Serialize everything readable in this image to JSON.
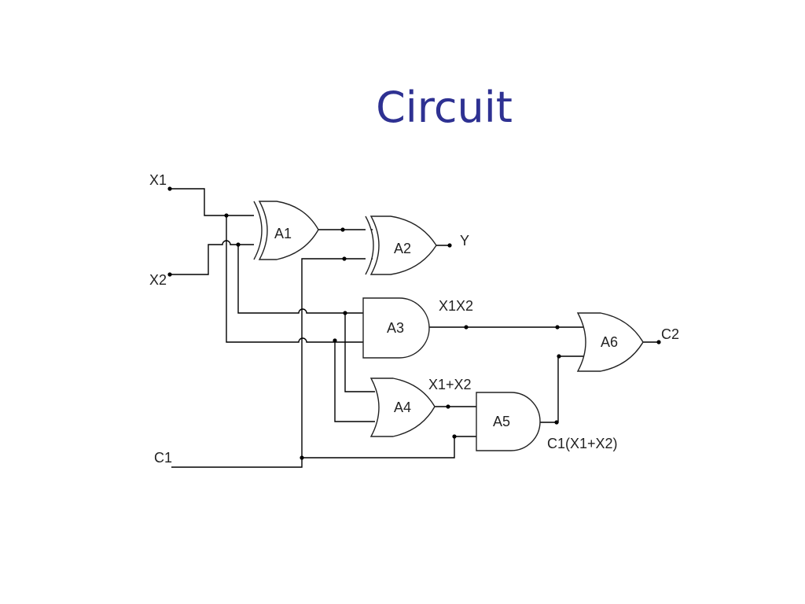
{
  "slide": {
    "title": "Circuit"
  },
  "signals": {
    "x1": "X1",
    "x2": "X2",
    "c1": "C1",
    "y": "Y",
    "c2": "C2",
    "x1x2": "X1X2",
    "x1_plus_x2": "X1+X2",
    "c1_term": "C1(X1+X2)"
  },
  "gates": {
    "a1": "A1",
    "a2": "A2",
    "a3": "A3",
    "a4": "A4",
    "a5": "A5",
    "a6": "A6"
  }
}
